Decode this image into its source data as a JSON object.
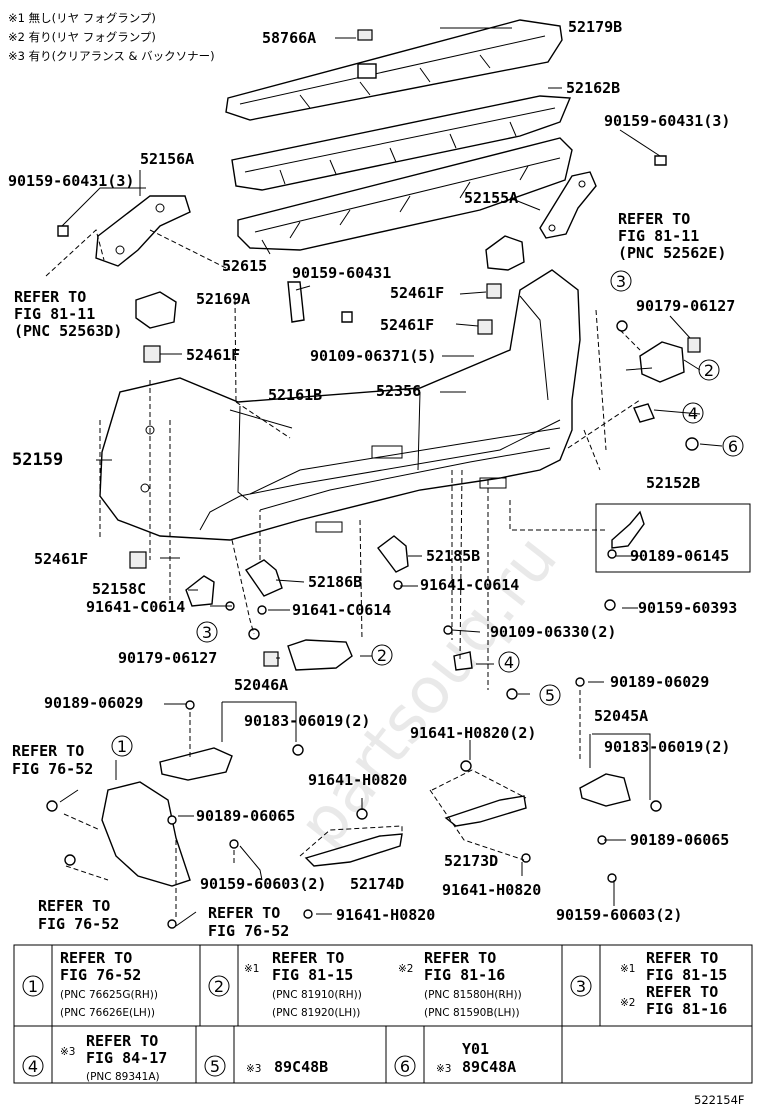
{
  "notes": [
    "※1 無し(リヤ フォグランプ)",
    "※2 有り(リヤ フォグランプ)",
    "※3 有り(クリアランス & バックソナー)"
  ],
  "watermark": "partsouq.ru",
  "labels": {
    "p58766A": "58766A",
    "p52179B": "52179B",
    "p52162B": "52162B",
    "p90159_60431_3a": "90159-60431(3)",
    "p52156A": "52156A",
    "p90159_60431_3b": "90159-60431(3)",
    "p52155A": "52155A",
    "p52615": "52615",
    "p90159_60431": "90159-60431",
    "ref_81_11_e_1": "REFER TO",
    "ref_81_11_e_2": "FIG 81-11",
    "ref_81_11_e_3": "(PNC 52562E)",
    "ref_81_11_d_1": "REFER TO",
    "ref_81_11_d_2": "FIG 81-11",
    "ref_81_11_d_3": "(PNC 52563D)",
    "p52169A": "52169A",
    "p52461F_a": "52461F",
    "p52461F_b": "52461F",
    "p90179_06127_a": "90179-06127",
    "p52461F_c": "52461F",
    "p90109_06371": "90109-06371(5)",
    "p52356": "52356",
    "p52161B": "52161B",
    "p52159": "52159",
    "p52152B": "52152B",
    "p52461F_d": "52461F",
    "p90189_06145": "90189-06145",
    "p52185B": "52185B",
    "p52158C": "52158C",
    "p52186B": "52186B",
    "p91641_C0614_a": "91641-C0614",
    "p91641_C0614_b": "91641-C0614",
    "p91641_C0614_c": "91641-C0614",
    "p90159_60393": "90159-60393",
    "p90109_06330": "90109-06330(2)",
    "p90179_06127_b": "90179-06127",
    "p52046A": "52046A",
    "p90189_06029_a": "90189-06029",
    "p90183_06019_a": "90183-06019(2)",
    "p90189_06029_b": "90189-06029",
    "p52045A": "52045A",
    "p91641_H0820_2": "91641-H0820(2)",
    "p90183_06019_b": "90183-06019(2)",
    "ref_76_52_a_1": "REFER TO",
    "ref_76_52_a_2": "FIG 76-52",
    "p91641_H0820_a": "91641-H0820",
    "p90189_06065_a": "90189-06065",
    "p90189_06065_b": "90189-06065",
    "p52173D": "52173D",
    "p90159_60603_a": "90159-60603(2)",
    "p52174D": "52174D",
    "p91641_H0820_b": "91641-H0820",
    "ref_76_52_b_1": "REFER TO",
    "ref_76_52_b_2": "FIG 76-52",
    "ref_76_52_c_1": "REFER TO",
    "ref_76_52_c_2": "FIG 76-52",
    "p91641_H0820_c": "91641-H0820",
    "p90159_60603_b": "90159-60603(2)"
  },
  "callouts": {
    "c1": "1",
    "c2a": "2",
    "c2b": "2",
    "c3a": "3",
    "c3b": "3",
    "c4a": "4",
    "c4b": "4",
    "c5": "5",
    "c6": "6"
  },
  "legend": {
    "cell1": {
      "num": "1",
      "l1": "REFER TO",
      "l2": "FIG 76-52",
      "l3": "(PNC 76625G(RH))",
      "l4": "(PNC 76626E(LH))"
    },
    "cell2": {
      "num": "2",
      "a_mark": "※1",
      "a1": "REFER TO",
      "a2": "FIG 81-15",
      "a3": "(PNC 81910(RH))",
      "a4": "(PNC 81920(LH))",
      "b_mark": "※2",
      "b1": "REFER TO",
      "b2": "FIG 81-16",
      "b3": "(PNC 81580H(RH))",
      "b4": "(PNC 81590B(LH))"
    },
    "cell3": {
      "num": "3",
      "a_mark": "※1",
      "a1": "REFER TO",
      "a2": "FIG 81-15",
      "b_mark": "※2",
      "b1": "REFER TO",
      "b2": "FIG 81-16"
    },
    "cell4": {
      "num": "4",
      "mark": "※3",
      "l1": "REFER TO",
      "l2": "FIG 84-17",
      "l3": "(PNC 89341A)"
    },
    "cell5": {
      "num": "5",
      "mark": "※3",
      "l1": "89C48B"
    },
    "cell6": {
      "num": "6",
      "top": "Y01",
      "mark": "※3",
      "l1": "89C48A"
    }
  },
  "figure_id": "522154F"
}
